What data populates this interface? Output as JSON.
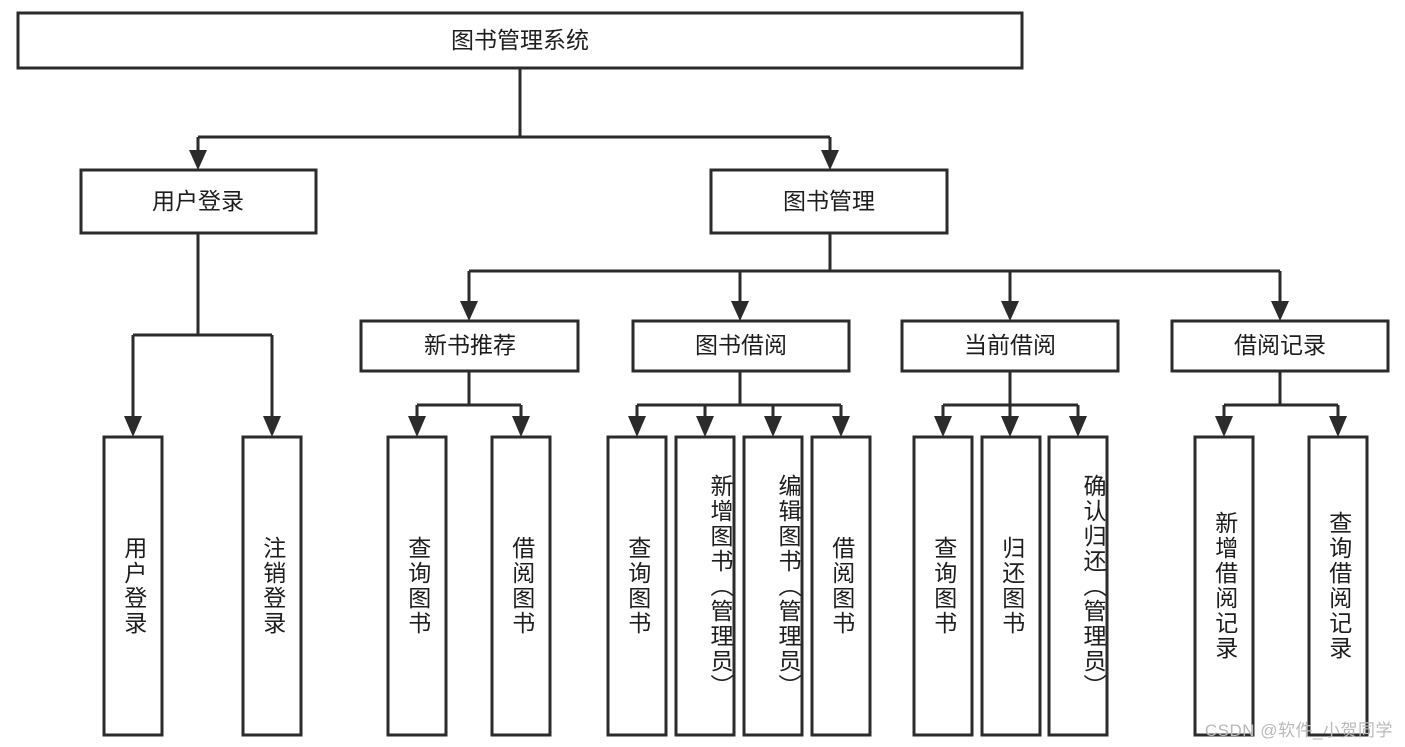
{
  "diagram": {
    "type": "tree-hierarchy-chart",
    "title": "图书管理系统",
    "watermark": "CSDN @软件_小贺同学",
    "colors": {
      "background": "#ffffff",
      "stroke": "#2b2b2b",
      "text": "#1d1d1d",
      "watermark": "#b9b9b9"
    },
    "nodes": {
      "root": {
        "label": "图书管理系统",
        "level": 1
      },
      "level2": [
        {
          "id": "user-login",
          "label": "用户登录"
        },
        {
          "id": "book-management",
          "label": "图书管理"
        }
      ],
      "level3": [
        {
          "id": "new-book-recommend",
          "label": "新书推荐",
          "parent": "book-management"
        },
        {
          "id": "book-borrow",
          "label": "图书借阅",
          "parent": "book-management"
        },
        {
          "id": "current-borrow",
          "label": "当前借阅",
          "parent": "book-management"
        },
        {
          "id": "borrow-record",
          "label": "借阅记录",
          "parent": "book-management"
        }
      ],
      "leaves": [
        {
          "id": "leaf-user-login",
          "label": "用户登录",
          "parent": "user-login"
        },
        {
          "id": "leaf-logout-login",
          "label": "注销登录",
          "parent": "user-login"
        },
        {
          "id": "leaf-query-book-1",
          "label": "查询图书",
          "parent": "new-book-recommend"
        },
        {
          "id": "leaf-borrow-book-1",
          "label": "借阅图书",
          "parent": "new-book-recommend"
        },
        {
          "id": "leaf-query-book-2",
          "label": "查询图书",
          "parent": "book-borrow"
        },
        {
          "id": "leaf-add-book",
          "label": "新增图书（管理员）",
          "parent": "book-borrow"
        },
        {
          "id": "leaf-edit-book",
          "label": "编辑图书（管理员）",
          "parent": "book-borrow"
        },
        {
          "id": "leaf-borrow-book-2",
          "label": "借阅图书",
          "parent": "book-borrow"
        },
        {
          "id": "leaf-query-book-3",
          "label": "查询图书",
          "parent": "current-borrow"
        },
        {
          "id": "leaf-return-book",
          "label": "归还图书",
          "parent": "current-borrow"
        },
        {
          "id": "leaf-confirm-return",
          "label": "确认归还（管理员）",
          "parent": "current-borrow"
        },
        {
          "id": "leaf-add-record",
          "label": "新增借阅记录",
          "parent": "borrow-record"
        },
        {
          "id": "leaf-query-record",
          "label": "查询借阅记录",
          "parent": "borrow-record"
        }
      ]
    }
  }
}
